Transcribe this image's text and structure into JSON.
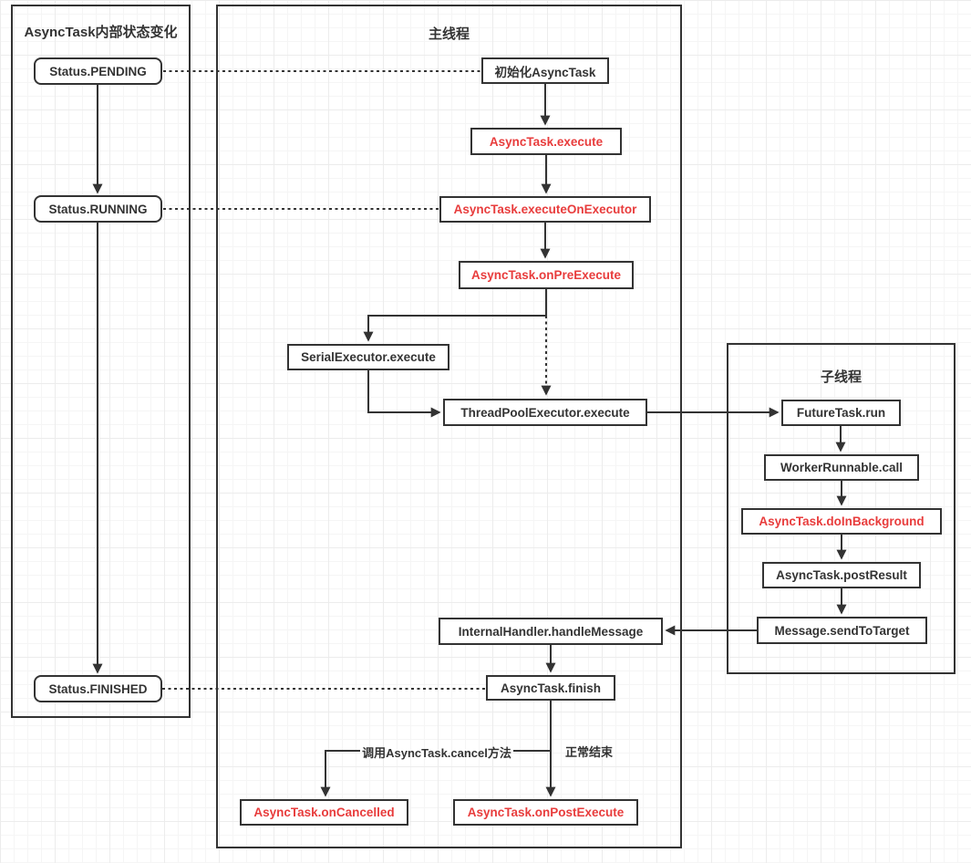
{
  "panels": {
    "state": {
      "title": "AsyncTask内部状态变化"
    },
    "main": {
      "title": "主线程"
    },
    "child": {
      "title": "子线程"
    }
  },
  "nodes": {
    "pending": {
      "label": "Status.PENDING",
      "color": "#333333"
    },
    "running": {
      "label": "Status.RUNNING",
      "color": "#333333"
    },
    "finished": {
      "label": "Status.FINISHED",
      "color": "#333333"
    },
    "init": {
      "label": "初始化AsyncTask",
      "color": "#333333"
    },
    "execute": {
      "label": "AsyncTask.execute",
      "color": "#e83c3c"
    },
    "executeOnExecutor": {
      "label": "AsyncTask.executeOnExecutor",
      "color": "#e83c3c"
    },
    "onPreExecute": {
      "label": "AsyncTask.onPreExecute",
      "color": "#e83c3c"
    },
    "serialExecutor": {
      "label": "SerialExecutor.execute",
      "color": "#333333"
    },
    "threadPool": {
      "label": "ThreadPoolExecutor.execute",
      "color": "#333333"
    },
    "internalHandler": {
      "label": "InternalHandler.handleMessage",
      "color": "#333333"
    },
    "finish": {
      "label": "AsyncTask.finish",
      "color": "#333333"
    },
    "onCancelled": {
      "label": "AsyncTask.onCancelled",
      "color": "#e83c3c"
    },
    "onPostExecute": {
      "label": "AsyncTask.onPostExecute",
      "color": "#e83c3c"
    },
    "futureTask": {
      "label": "FutureTask.run",
      "color": "#333333"
    },
    "workerRunnable": {
      "label": "WorkerRunnable.call",
      "color": "#333333"
    },
    "doInBackground": {
      "label": "AsyncTask.doInBackground",
      "color": "#e83c3c"
    },
    "postResult": {
      "label": "AsyncTask.postResult",
      "color": "#333333"
    },
    "sendToTarget": {
      "label": "Message.sendToTarget",
      "color": "#333333"
    }
  },
  "edge_labels": {
    "cancel": "调用AsyncTask.cancel方法",
    "normal": "正常结束"
  },
  "colors": {
    "line": "#333333",
    "accent_red": "#e83c3c",
    "grid_minor": "#f5f5f5",
    "grid_major": "#ececec"
  }
}
